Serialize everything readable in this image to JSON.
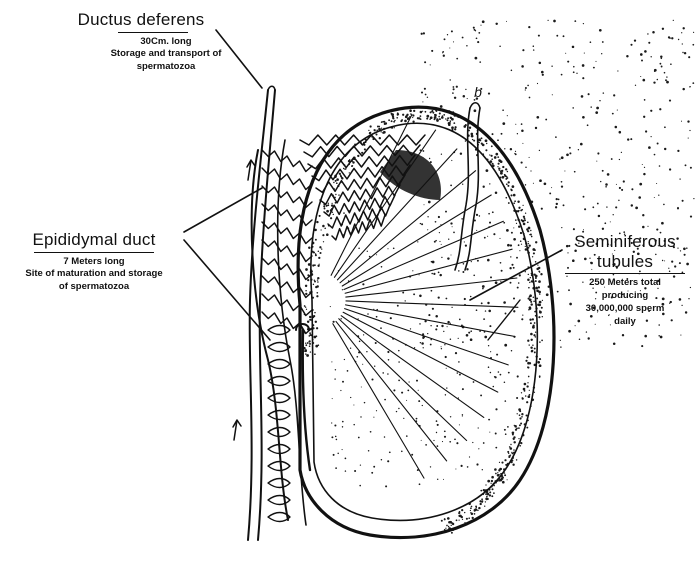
{
  "figure": {
    "labels": {
      "ductus_deferens": {
        "title": "Ductus deferens",
        "length": "30Cm. long",
        "function": "Storage and transport of spermatozoa"
      },
      "epididymal_duct": {
        "title": "Epididymal duct",
        "length": "7 Meters long",
        "function": "Site of maturation and storage of spermatozoa"
      },
      "seminiferous_tubules": {
        "title_line1": "Seminiferous",
        "title_line2": "tubules",
        "length": "250 Meters total",
        "function_line1": "producing",
        "function_line2": "30,000,000 sperm",
        "function_line3": "daily"
      },
      "small_mark": "b"
    },
    "colors": {
      "ink": "#111111",
      "paper": "#ffffff",
      "stipple": "#1a1a1a"
    }
  }
}
